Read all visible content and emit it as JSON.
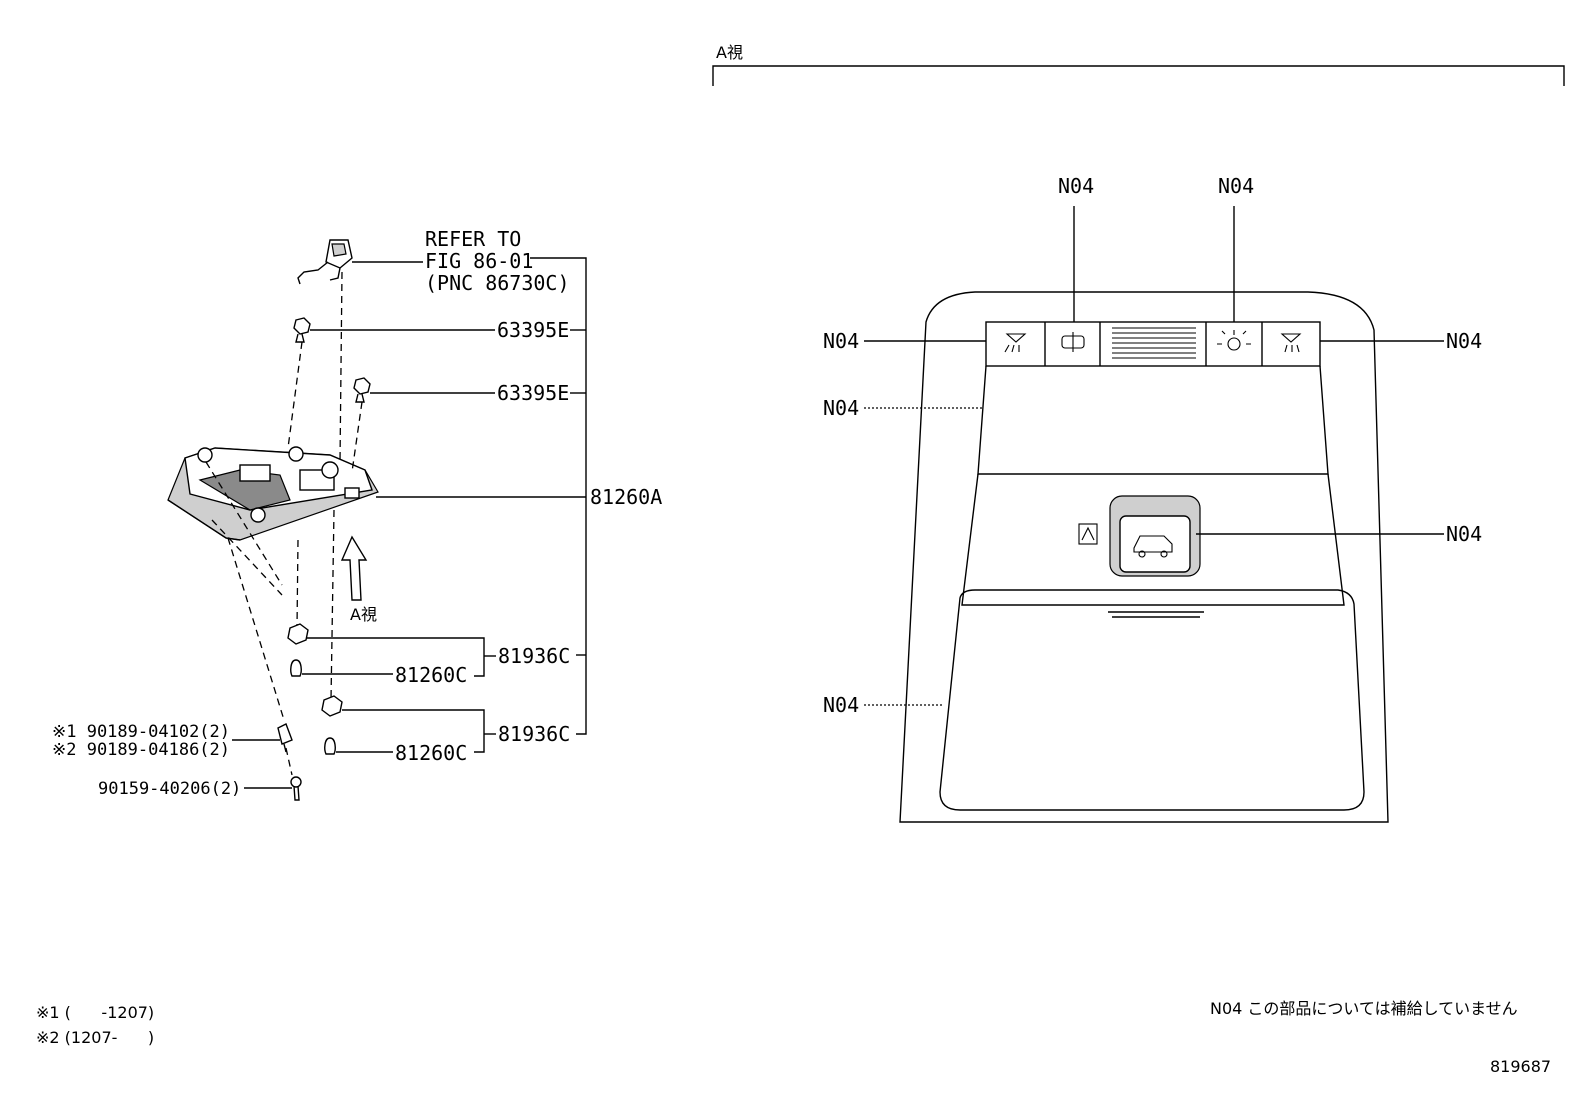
{
  "view": {
    "title": "A視",
    "arrow_label": "A視"
  },
  "callouts": {
    "refer_line1": "REFER TO",
    "refer_line2": "FIG 86-01",
    "refer_line3": "(PNC 86730C)",
    "clip_upper": "63395E",
    "clip_lower": "63395E",
    "lamp_assy": "81260A",
    "bulb_a": "81260C",
    "bulb_b": "81260C",
    "socket_a": "81936C",
    "socket_b": "81936C",
    "screw_1": "※1 90189-04102(2)",
    "screw_2": "※2 90189-04186(2)",
    "screw_3": "90159-40206(2)"
  },
  "n04_labels": [
    "N04",
    "N04",
    "N04",
    "N04",
    "N04",
    "N04",
    "N04"
  ],
  "notes": {
    "footnote_1": "※1 (      -1207)",
    "footnote_2": "※2 (1207-      )",
    "n04_note": "N04 この部品については補給していません",
    "figure_number": "819687"
  },
  "colors": {
    "line": "#000000",
    "background": "#ffffff",
    "shade": "#cfcfcf"
  }
}
